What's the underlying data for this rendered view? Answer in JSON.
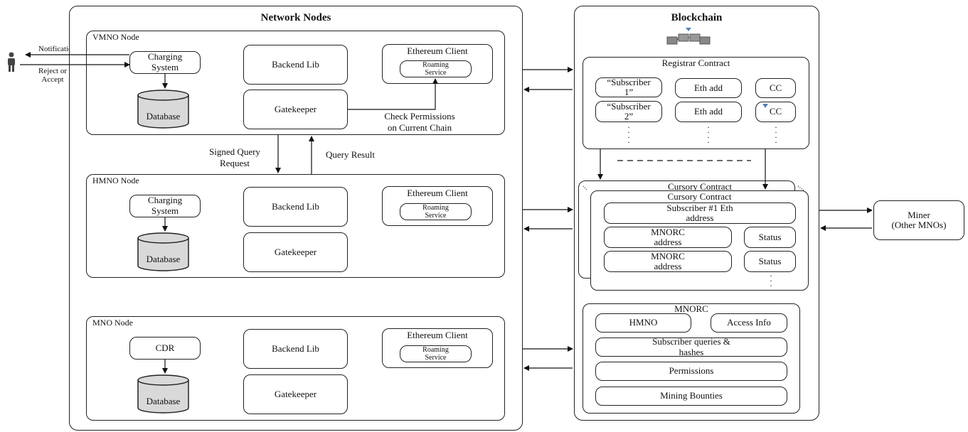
{
  "user": {
    "notification": "Notification",
    "reject_accept": "Reject or\nAccept"
  },
  "network": {
    "title": "Network Nodes",
    "vmno": {
      "label": "VMNO Node",
      "charging": "Charging\nSystem",
      "database": "Database",
      "backend": "Backend Lib",
      "gatekeeper": "Gatekeeper",
      "eth_client": "Ethereum Client",
      "roaming": "Roaming\nService",
      "check": "Check Permissions\non Current Chain"
    },
    "signed_query": "Signed Query\nRequest",
    "query_result": "Query Result",
    "hmno": {
      "label": "HMNO Node",
      "charging": "Charging\nSystem",
      "database": "Database",
      "backend": "Backend Lib",
      "gatekeeper": "Gatekeeper",
      "eth_client": "Ethereum Client",
      "roaming": "Roaming\nService"
    },
    "mno": {
      "label": "MNO Node",
      "cdr": "CDR",
      "database": "Database",
      "backend": "Backend Lib",
      "gatekeeper": "Gatekeeper",
      "eth_client": "Ethereum Client",
      "roaming": "Roaming\nService"
    }
  },
  "blockchain": {
    "title": "Blockchain",
    "registrar": {
      "title": "Registrar Contract",
      "rows": [
        {
          "subscriber": "“Subscriber\n1”",
          "eth": "Eth add",
          "cc": "CC"
        },
        {
          "subscriber": "“Subscriber\n2”",
          "eth": "Eth add",
          "cc": "CC"
        }
      ]
    },
    "cursory_back": "Cursory Contract",
    "cursory": {
      "title": "Cursory Contract",
      "subscriber_addr": "Subscriber #1 Eth\naddress",
      "rows": [
        {
          "mnorc": "MNORC\naddress",
          "status": "Status"
        },
        {
          "mnorc": "MNORC\naddress",
          "status": "Status"
        }
      ]
    },
    "mnorc": {
      "title": "MNORC",
      "hmno": "HMNO",
      "access": "Access Info",
      "queries": "Subscriber queries &\nhashes",
      "permissions": "Permissions",
      "bounties": "Mining Bounties"
    }
  },
  "miner": "Miner\n(Other MNOs)"
}
